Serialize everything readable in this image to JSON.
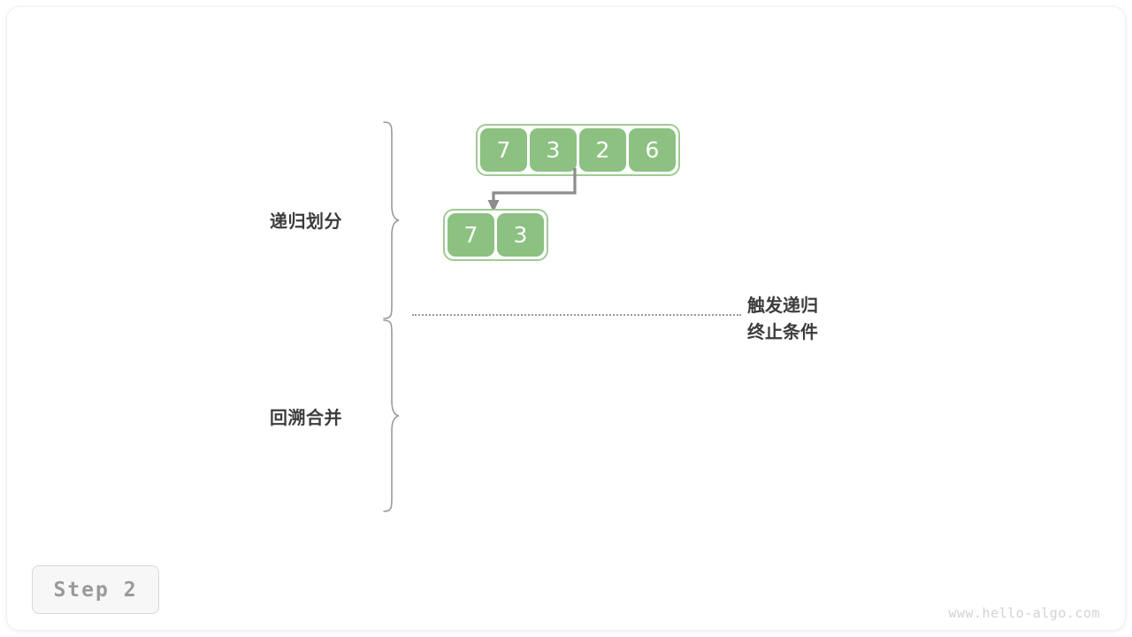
{
  "page": {
    "title": "Merge Sort Recursive Partition Illustration",
    "background_color": "#ffffff",
    "watermark": "www.hello-algo.com",
    "step_badge": "Step 2"
  },
  "colors": {
    "cell_fill": "#8cc182",
    "array_border": "#9ecb92",
    "cell_text": "#ffffff",
    "label_text": "#3c3c3c",
    "arrow": "#8c8c8c",
    "dotted_line": "#9a9a9a",
    "badge_text": "#9a9a9a",
    "badge_bg": "#f7f7f7",
    "watermark_text": "#d2d2d2"
  },
  "sections": [
    {
      "id": "divide",
      "label": "递归划分",
      "brace": "right-curly"
    },
    {
      "id": "merge",
      "label": "回溯合并",
      "brace": "right-curly"
    }
  ],
  "arrays": [
    {
      "id": "array-top",
      "values": [
        "7",
        "3",
        "2",
        "6"
      ]
    },
    {
      "id": "array-left",
      "values": [
        "7",
        "3"
      ]
    }
  ],
  "arrow": {
    "name": "split-arrow",
    "from": "array-top",
    "to": "array-left",
    "direction": "down-left"
  },
  "note": {
    "line1": "触发递归",
    "line2": "终止条件"
  },
  "divider": {
    "style": "dotted",
    "name": "recursion-base-case-divider"
  }
}
